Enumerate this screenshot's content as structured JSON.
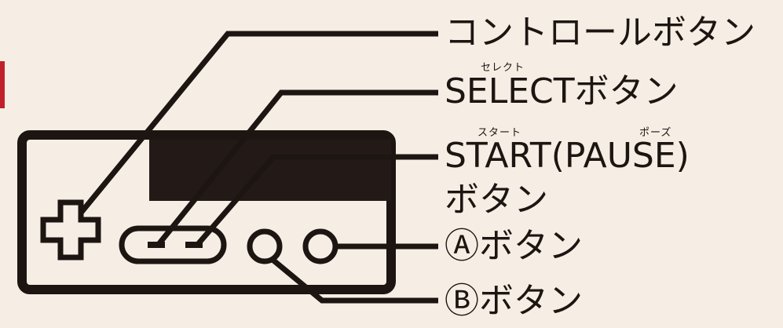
{
  "labels": {
    "control": "コントロールボタン",
    "select": "SELECTボタン",
    "select_ruby": "セレクト",
    "start_line1": "START(PAUSE)",
    "start_line2": "ボタン",
    "start_ruby": "スタート",
    "pause_ruby": "ポーズ",
    "a_button": "Ⓐボタン",
    "b_button": "Ⓑボタン"
  },
  "colors": {
    "ink": "#1c1512",
    "paper": "#f6eee4",
    "accent": "#c0202a"
  }
}
